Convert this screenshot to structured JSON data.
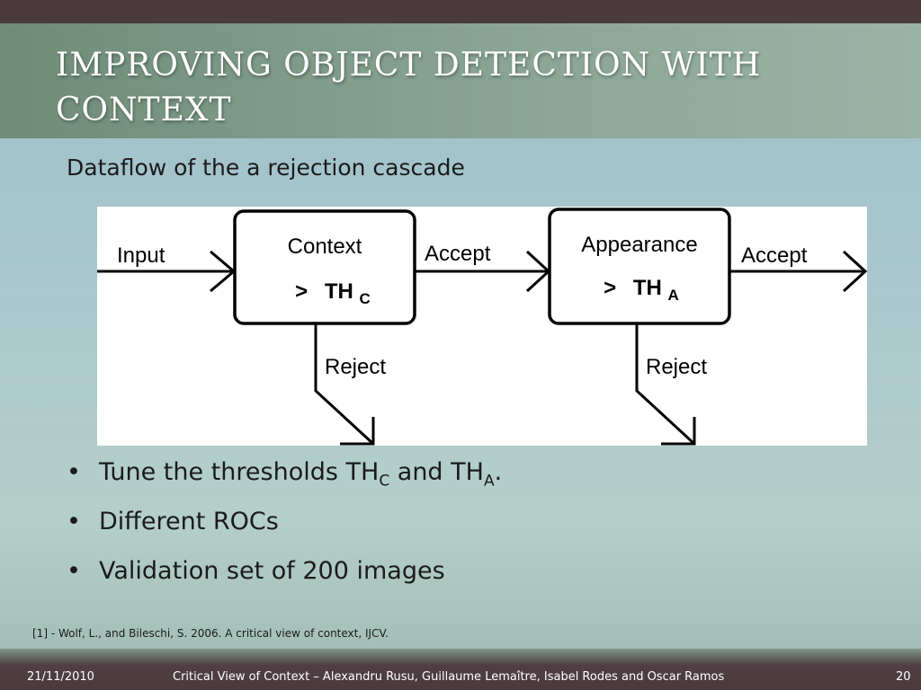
{
  "slide": {
    "title": "IMPROVING OBJECT DETECTION WITH CONTEXT",
    "subtitle": "Dataflow of the a rejection cascade"
  },
  "diagram": {
    "input_label": "Input",
    "stage1": {
      "name": "Context",
      "op": ">",
      "threshold": "TH",
      "threshold_sub": "C"
    },
    "accept1_label": "Accept",
    "stage2": {
      "name": "Appearance",
      "op": ">",
      "threshold": "TH",
      "threshold_sub": "A"
    },
    "accept2_label": "Accept",
    "reject1_label": "Reject",
    "reject2_label": "Reject"
  },
  "bullets": {
    "item1": {
      "prefix": "Tune the thresholds TH",
      "sub1": "C",
      "mid": " and TH",
      "sub2": "A",
      "suffix": "."
    },
    "item2": "Different ROCs",
    "item3": "Validation set of 200 images",
    "marker": "•"
  },
  "footnote": "[1] - Wolf, L., and Bileschi, S. 2006. A critical view of context, IJCV.",
  "footer": {
    "date": "21/11/2010",
    "center": "Critical View of Context – Alexandru Rusu, Guillaume Lemaître, Isabel Rodes and Oscar Ramos",
    "page": "20"
  },
  "colors": {
    "top_band": "#4b3b3f",
    "title_band": "#7f9a88",
    "body": "#a9c7cd",
    "title_text": "#ffffff"
  }
}
